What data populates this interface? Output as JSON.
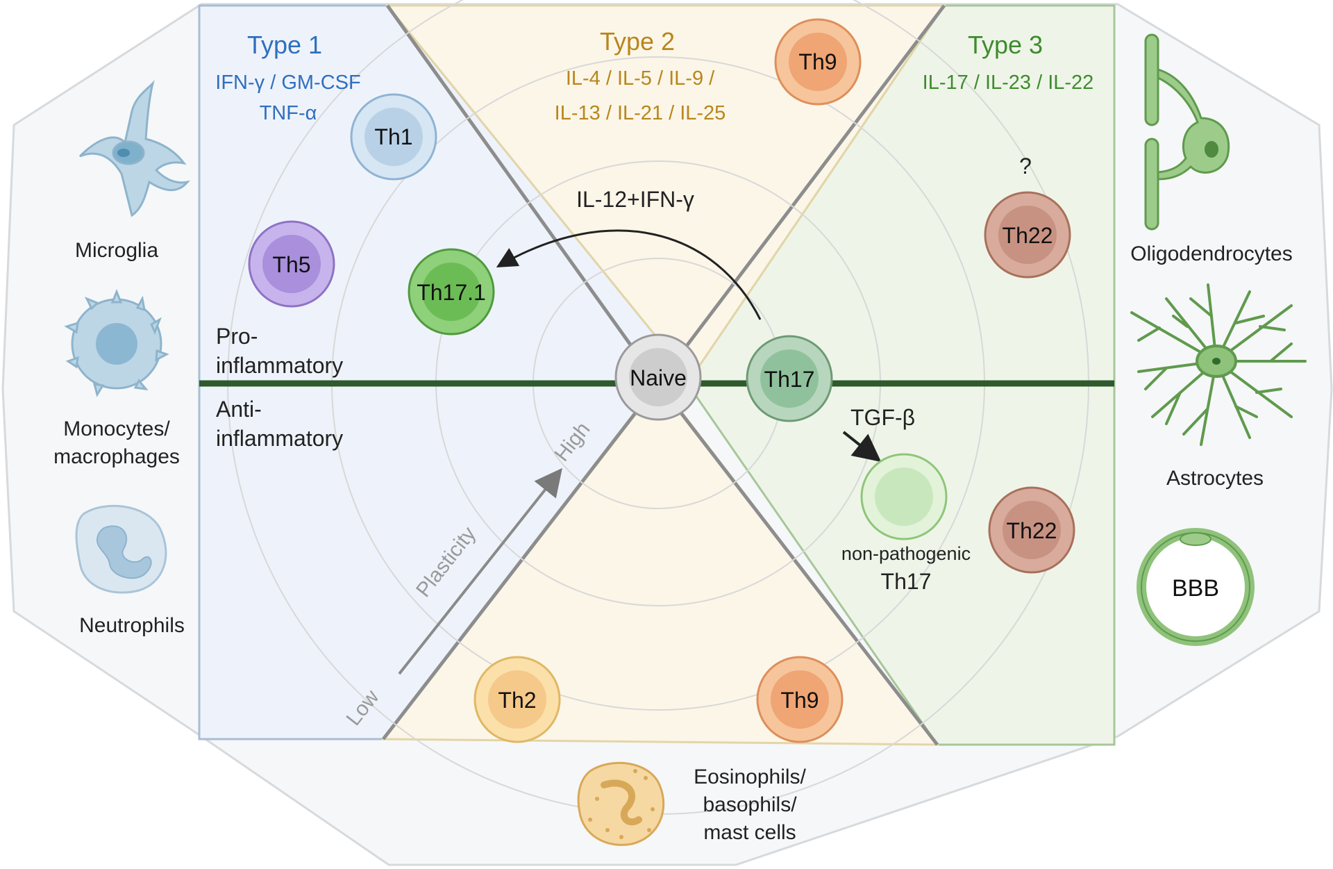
{
  "type1": {
    "title": "Type 1",
    "cytokines_line1": "IFN-γ / GM-CSF",
    "cytokines_line2": "TNF-α"
  },
  "type2": {
    "title": "Type 2",
    "cytokines_line1": "IL-4 / IL-5 / IL-9 /",
    "cytokines_line2": "IL-13 / IL-21 / IL-25"
  },
  "type3": {
    "title": "Type 3",
    "cytokines_line1": "IL-17 / IL-23  / IL-22"
  },
  "cells": {
    "th1": "Th1",
    "th5": "Th5",
    "th17_1": "Th17.1",
    "th9_top": "Th9",
    "th22_top": "Th22",
    "th22_top_question": "?",
    "naive": "Naive",
    "th17": "Th17",
    "th22_bottom": "Th22",
    "th2": "Th2",
    "th9_bottom": "Th9",
    "nonpathogenic_line1": "non-pathogenic",
    "nonpathogenic_line2": "Th17"
  },
  "arrows": {
    "il12_ifng": "IL-12+IFN-γ",
    "tgfb": "TGF-β"
  },
  "axis_labels": {
    "pro_line1": "Pro-",
    "pro_line2": "inflammatory",
    "anti_line1": "Anti-",
    "anti_line2": "inflammatory",
    "plasticity": "Plasticity",
    "high": "High",
    "low": "Low"
  },
  "left_cells": {
    "microglia": "Microglia",
    "monocytes_line1": "Monocytes/",
    "monocytes_line2": "macrophages",
    "neutrophils": "Neutrophils"
  },
  "right_cells": {
    "oligodendrocytes": "Oligodendrocytes",
    "astrocytes": "Astrocytes",
    "bbb": "BBB"
  },
  "bottom_cells": {
    "line1": "Eosinophils/",
    "line2": "basophils/",
    "line3": "mast cells"
  },
  "colors": {
    "type1_text": "#2f6fbf",
    "type2_text": "#b8861c",
    "type3_text": "#3f8a2e",
    "divider": "#2f5a2c"
  }
}
